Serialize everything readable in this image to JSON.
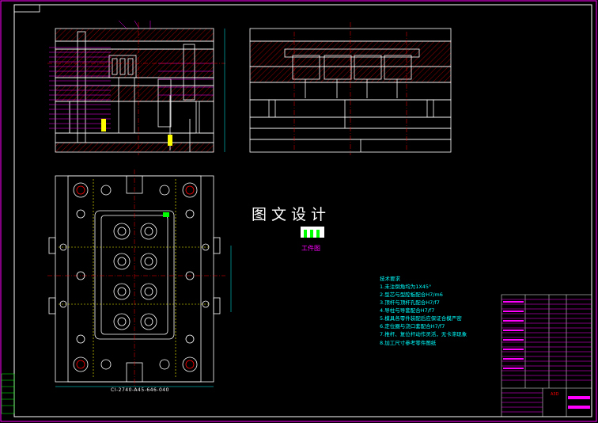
{
  "drawing": {
    "title": "图文设计",
    "part_label": "工件图",
    "drawing_number": "CI-2740-A45-646-040",
    "logo_text": "A3D"
  },
  "notes": {
    "heading": "技术要求",
    "items": [
      "1.未注倒角均为1X45°",
      "2.型芯与型腔板配合H7/m6",
      "3.顶杆与顶杆孔配合H7/f7",
      "4.导柱与导套配合H7/f7",
      "5.模具各零件装配后应保证合模严密",
      "6.定位圈与浇口套配合H7/f7",
      "7.推杆、复位杆动作灵活，无卡滞现象",
      "8.加工尺寸参考零件图纸"
    ]
  },
  "colors": {
    "background": "#000000",
    "line": "#ffffff",
    "accent": "#ff00ff",
    "dimension": "#00ffff",
    "center": "#ff0000",
    "hatch": "#ff0000",
    "bolt": "#ffff00",
    "highlight": "#00ff00"
  }
}
